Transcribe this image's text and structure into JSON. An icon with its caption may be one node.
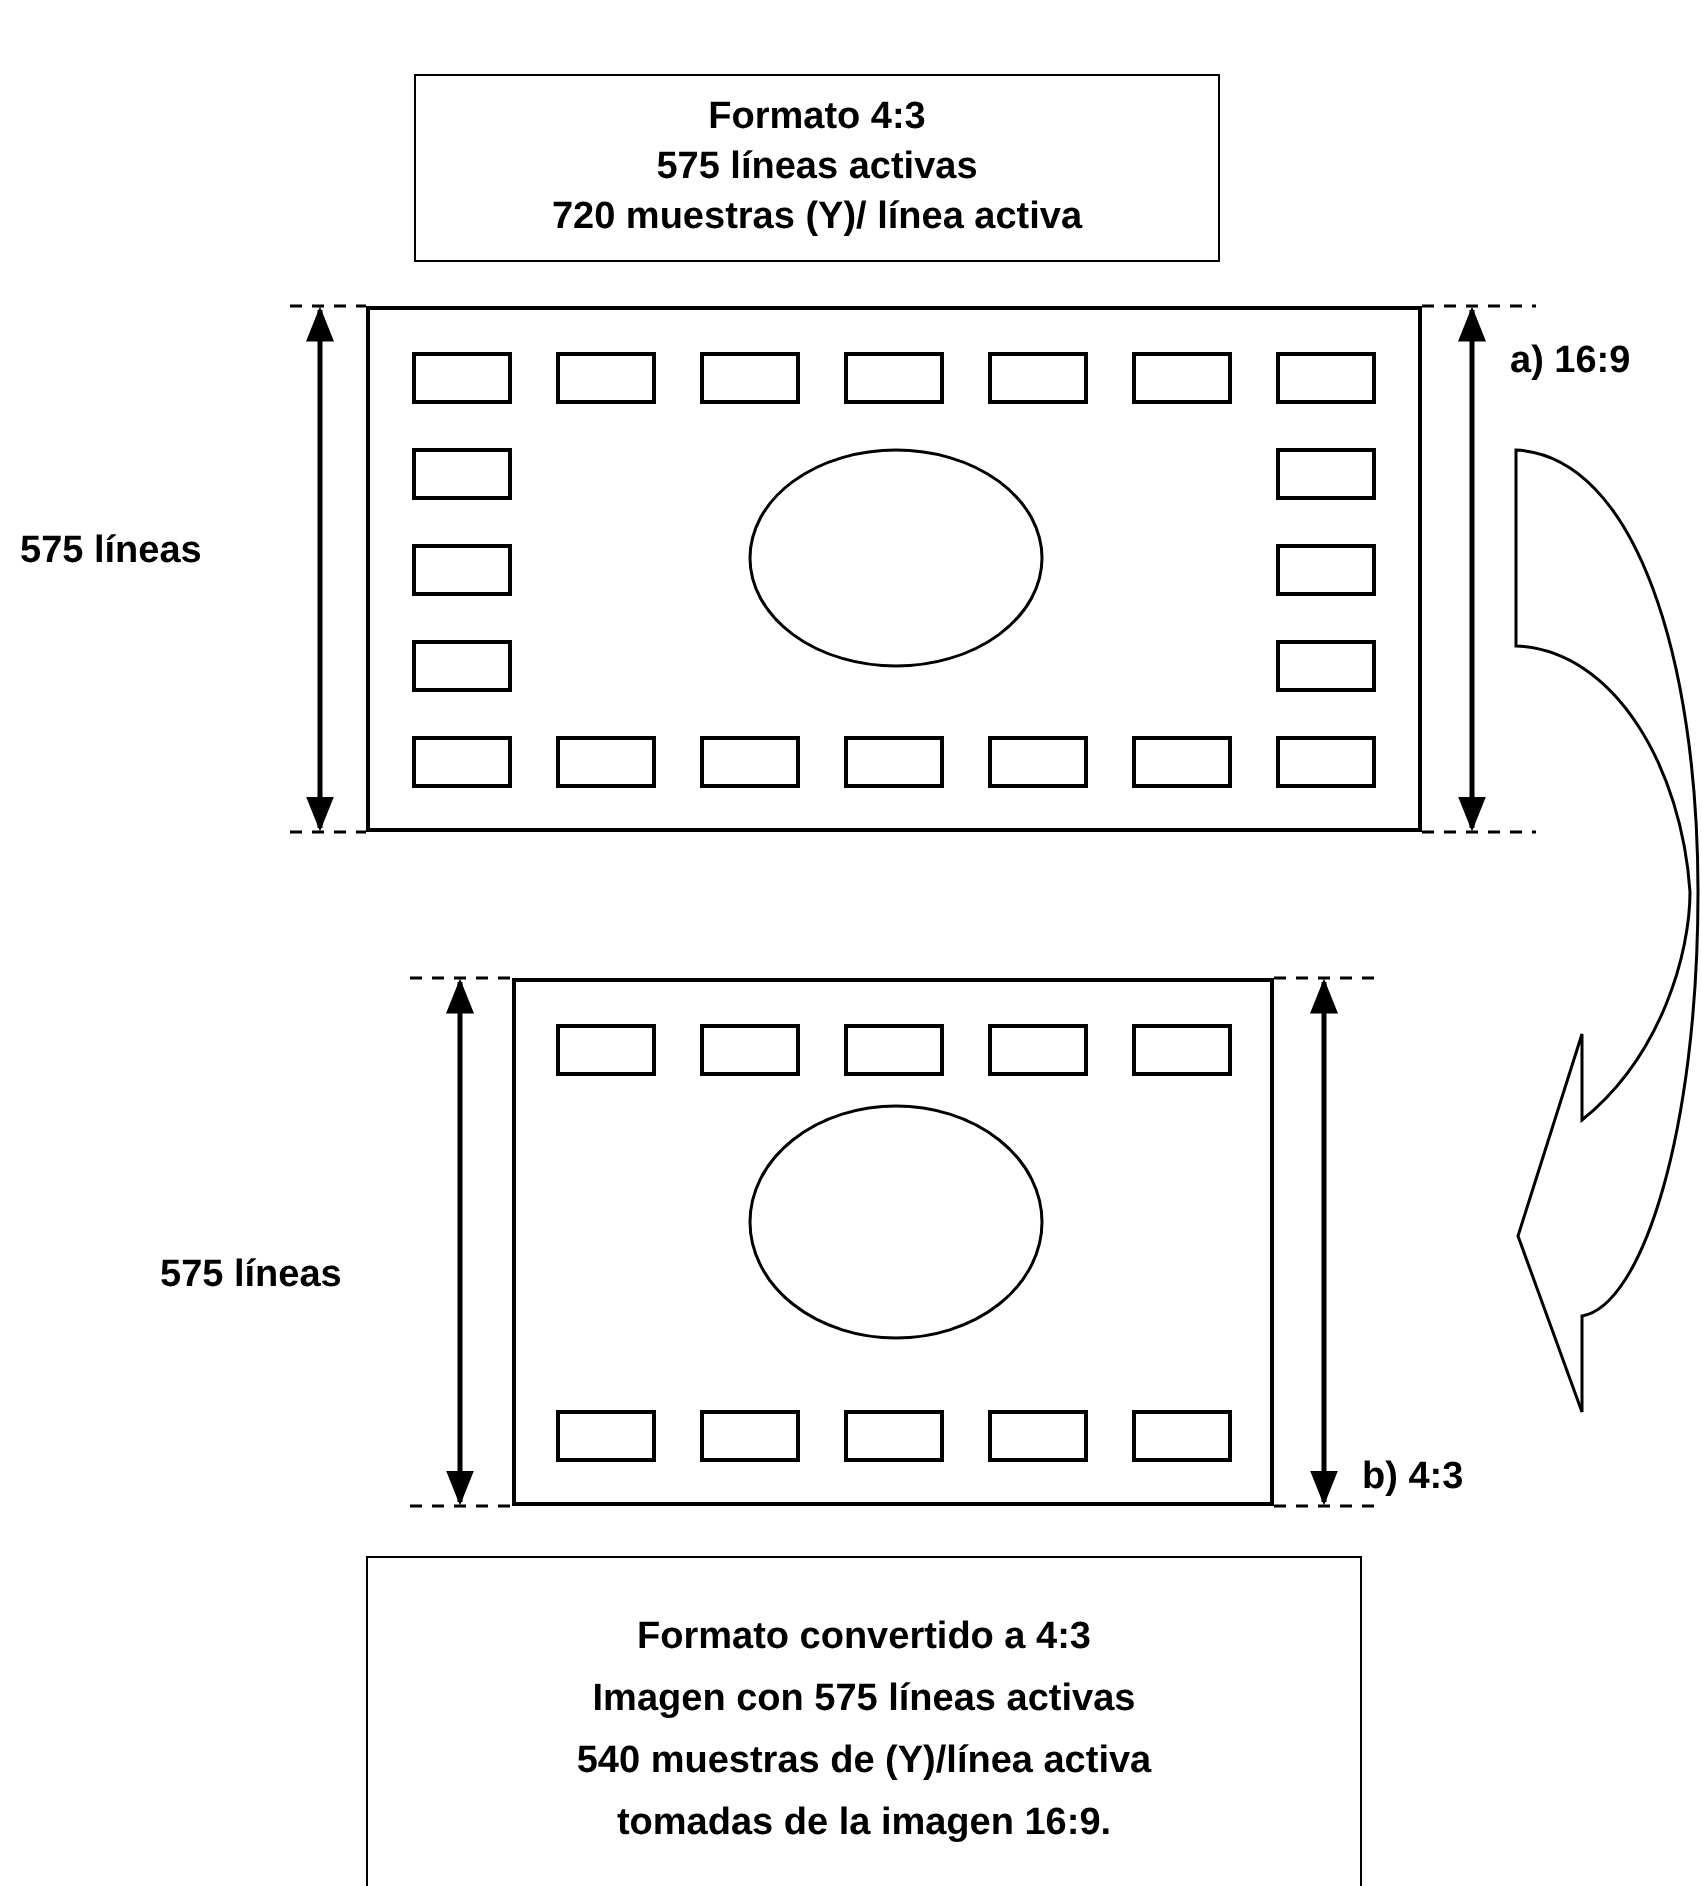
{
  "diagram": {
    "nodes": [
      {
        "text": [
          "Formato 4:3",
          "575 líneas activas",
          "720 muestras (Y)/ línea activa"
        ]
      },
      {
        "text": [],
        "shape": "picture",
        "beside": [
          "a) 16:9"
        ]
      },
      {
        "text": [],
        "shape": "picture",
        "beside": [
          "b) 4:3"
        ]
      },
      {
        "text": [
          "Formato convertido a 4:3",
          "Imagen con 575 líneas activas",
          "540 muestras de (Y)/línea activa",
          "tomadas de la imagen 16:9."
        ]
      }
    ],
    "edges": [
      {
        "from": 1,
        "to": 2,
        "arrow": "to"
      }
    ],
    "labels": [
      "575 líneas",
      "575 líneas"
    ]
  }
}
